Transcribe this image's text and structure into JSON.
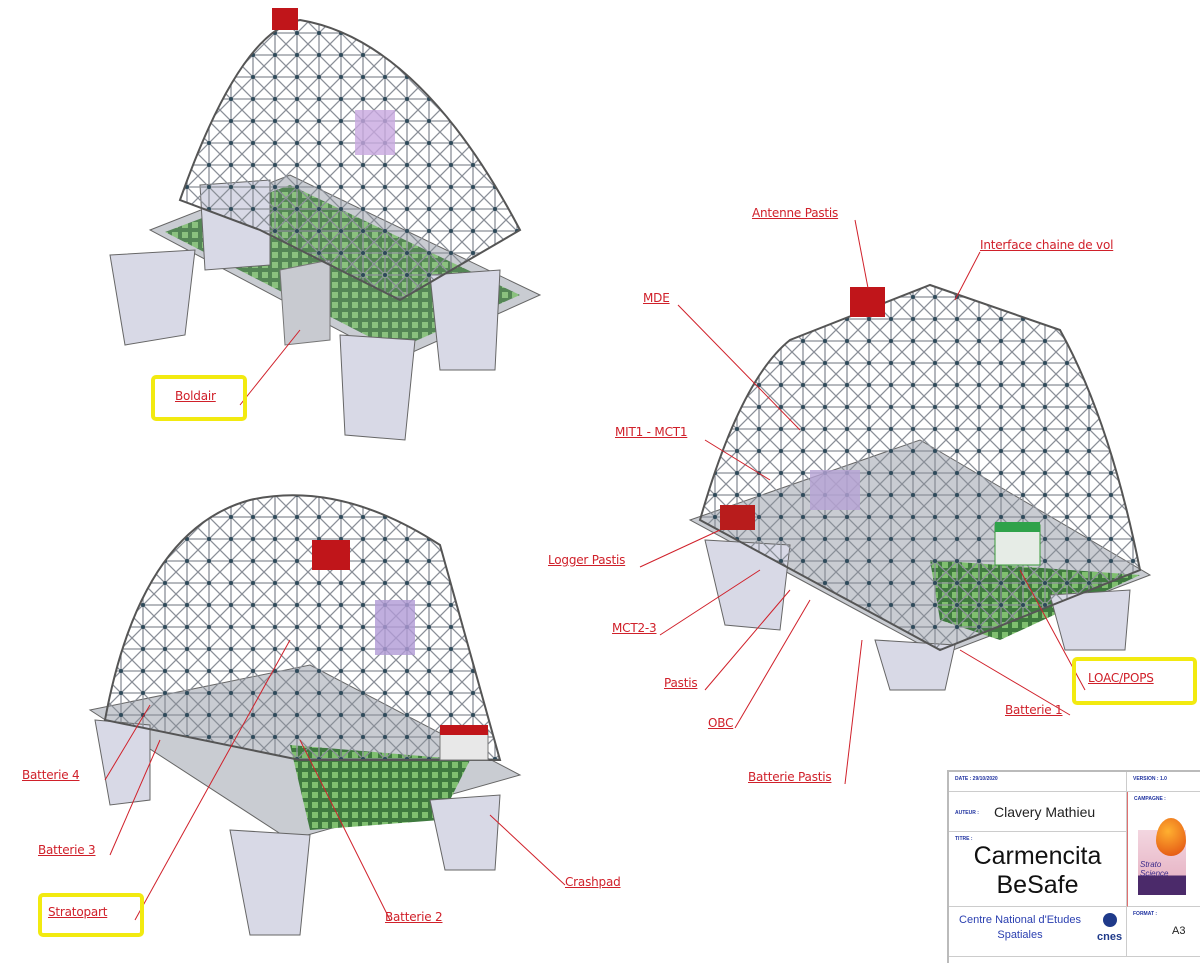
{
  "views": {
    "top_left": {
      "labels": [
        {
          "text": "Boldair",
          "highlighted": true
        }
      ]
    },
    "bottom_left": {
      "labels": [
        {
          "text": "Batterie 4",
          "highlighted": false
        },
        {
          "text": "Batterie 3",
          "highlighted": false
        },
        {
          "text": "Stratopart",
          "highlighted": true
        },
        {
          "text": "Batterie 2",
          "highlighted": false
        },
        {
          "text": "Crashpad",
          "highlighted": false
        }
      ]
    },
    "right": {
      "labels": [
        {
          "text": "Antenne Pastis",
          "highlighted": false
        },
        {
          "text": "Interface chaine de vol",
          "highlighted": false
        },
        {
          "text": "MDE",
          "highlighted": false
        },
        {
          "text": "MIT1 - MCT1",
          "highlighted": false
        },
        {
          "text": "Logger Pastis",
          "highlighted": false
        },
        {
          "text": "MCT2-3",
          "highlighted": false
        },
        {
          "text": "Pastis",
          "highlighted": false
        },
        {
          "text": "OBC",
          "highlighted": false
        },
        {
          "text": "Batterie Pastis",
          "highlighted": false
        },
        {
          "text": "Batterie 1",
          "highlighted": false
        },
        {
          "text": "LOAC/POPS",
          "highlighted": true
        }
      ]
    }
  },
  "title_block": {
    "date_label": "DATE : 29/10/2020",
    "version_label": "VERSION : 1.0",
    "author_label": "AUTEUR :",
    "author": "Clavery Mathieu",
    "title_label": "TITRE :",
    "title_line1": "Carmencita",
    "title_line2": "BeSafe",
    "campaign_label": "CAMPAGNE :",
    "campaign_logo_text": "Strato Science",
    "organization": "Centre National d'Etudes Spatiales",
    "org_logo": "cnes",
    "format_label": "FORMAT :",
    "format": "A3"
  },
  "colors": {
    "label": "#d0202a",
    "highlight": "#f2ea10",
    "org_text": "#2a3fb0"
  }
}
